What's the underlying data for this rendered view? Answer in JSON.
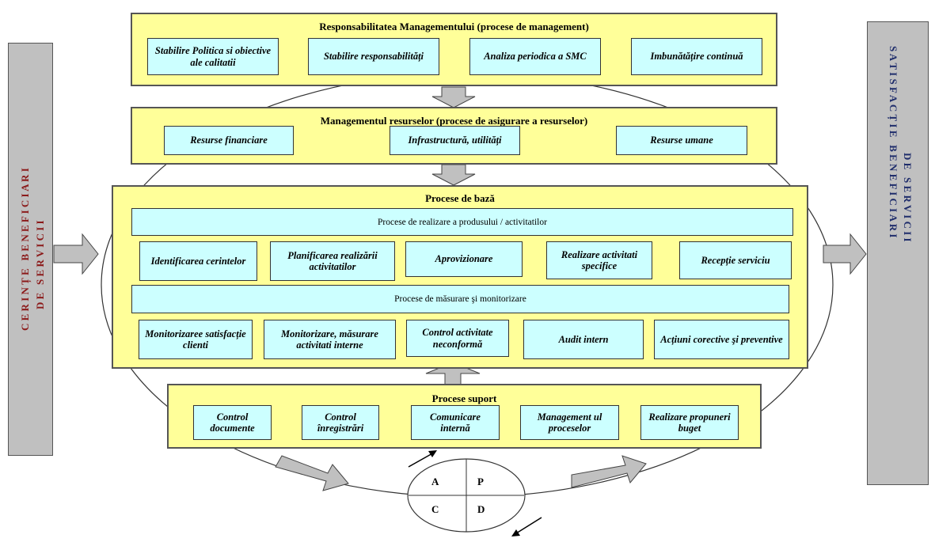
{
  "colors": {
    "section_fill": "#ffff99",
    "box_fill": "#ccffff",
    "sidebar_fill": "#c0c0c0",
    "left_text": "#8b1a1a",
    "right_text": "#1f2d6b",
    "arrow_fill": "#c0c0c0"
  },
  "left_sidebar": {
    "line1": "C E R I N Ț E   B E N E F I C I A R I",
    "line2": "D E   S E R V I C I I"
  },
  "right_sidebar": {
    "line1": "S A T I S F A C Ț I E   B E N E F I C I A R I",
    "line2": "D E   S E R V I C I I"
  },
  "management": {
    "title": "Responsabilitatea Managementului (procese de management)",
    "boxes": [
      "Stabilire Politica si obiective ale calitatii",
      "Stabilire responsabilități",
      "Analiza periodica a SMC",
      "Imbunătățire continuă"
    ]
  },
  "resources": {
    "title": "Managementul resurselor (procese de asigurare a resurselor)",
    "boxes": [
      "Resurse financiare",
      "Infrastructură, utilități",
      "Resurse umane"
    ]
  },
  "base": {
    "title": "Procese de bază",
    "realization_band": "Procese de  realizare a produsului / activitatilor",
    "realization_boxes": [
      "Identificarea cerintelor",
      "Planificarea realizării activitatilor",
      "Aprovizionare",
      "Realizare activitati specifice",
      "Recepție serviciu"
    ],
    "measurement_band": "Procese de măsurare şi monitorizare",
    "measurement_boxes": [
      "Monitorizaree satisfacție clienti",
      "Monitorizare, măsurare activitati interne",
      "Control activitate neconformă",
      "Audit intern",
      "Acțiuni corective şi preventive"
    ]
  },
  "support": {
    "title": "Procese suport",
    "boxes": [
      "Control documente",
      "Control înregistrări",
      "Comunicare internă",
      "Management ul proceselor",
      "Realizare propuneri buget"
    ]
  },
  "pdca": {
    "a": "A",
    "p": "P",
    "c": "C",
    "d": "D"
  }
}
